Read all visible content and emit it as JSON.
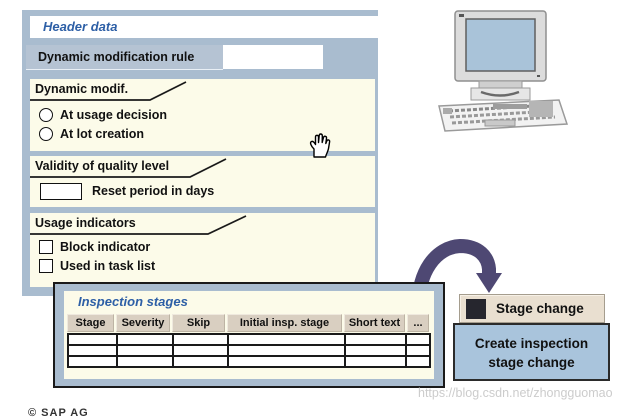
{
  "page": {
    "copyright": "© SAP AG",
    "watermark": "https://blog.csdn.net/zhongguomao"
  },
  "colors": {
    "panel_bg": "#a9bccf",
    "section_bg": "#fcfbe9",
    "title_blue": "#2d5fa6",
    "table_header_bg": "#d9cfc1",
    "stage_btn_bg": "#e9dfd0",
    "create_box_bg": "#a9c4dc",
    "arrow_purple": "#4e4873",
    "screen_blue": "#a9c3d9"
  },
  "header_panel": {
    "title": "Header data",
    "dyn_rule": {
      "label": "Dynamic modification rule",
      "value": ""
    },
    "sections": [
      {
        "title": "Dynamic modif.",
        "radios": [
          {
            "label": "At usage decision",
            "checked": false
          },
          {
            "label": "At lot creation",
            "checked": false
          }
        ]
      },
      {
        "title": "Validity of quality level",
        "field_label": "Reset period in days",
        "field_value": ""
      },
      {
        "title": "Usage indicators",
        "checkboxes": [
          {
            "label": "Block indicator",
            "checked": false
          },
          {
            "label": "Used in task list",
            "checked": false
          }
        ]
      }
    ]
  },
  "inspection": {
    "title": "Inspection stages",
    "table": {
      "headers": [
        "Stage",
        "Severity",
        "Skip",
        "Initial insp. stage",
        "Short text",
        "..."
      ],
      "rows": [
        [
          "",
          "",
          "",
          "",
          "",
          ""
        ],
        [
          "",
          "",
          "",
          "",
          "",
          ""
        ],
        [
          "",
          "",
          "",
          "",
          "",
          ""
        ]
      ]
    }
  },
  "stage_change": {
    "button_label": "Stage change",
    "create_line1": "Create inspection",
    "create_line2": "stage change"
  },
  "icons": {
    "computer": "desktop-computer",
    "hand": "hand-cursor",
    "arrow": "curved-arrow"
  }
}
